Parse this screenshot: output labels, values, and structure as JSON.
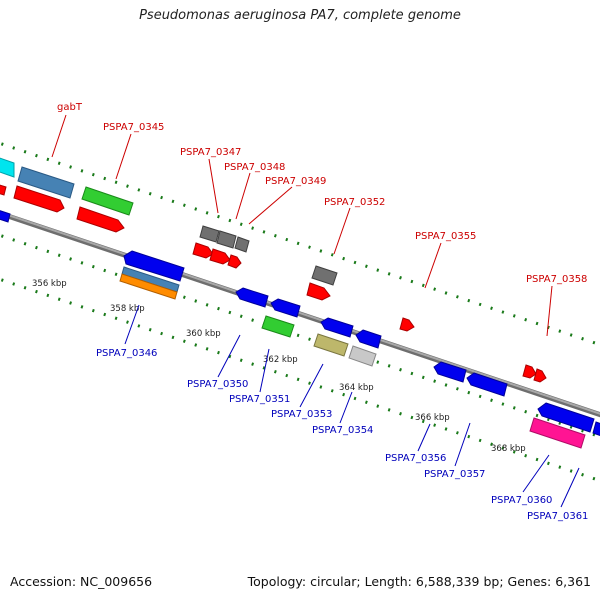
{
  "title": "Pseudomonas aeruginosa PA7, complete genome",
  "footer": {
    "accession": "Accession: NC_009656",
    "summary": "Topology: circular; Length: 6,588,339 bp; Genes: 6,361"
  },
  "colors": {
    "backbone": "#8a8a8a",
    "forward_label": "#cc0000",
    "reverse_label": "#0000bb",
    "tick": "#1a7a1a"
  },
  "scale_labels": [
    "356 kbp",
    "358 kbp",
    "360 kbp",
    "362 kbp",
    "364 kbp",
    "366 kbp",
    "368 kbp"
  ],
  "forward_labels": [
    "gabT",
    "PSPA7_0345",
    "PSPA7_0347",
    "PSPA7_0348",
    "PSPA7_0349",
    "PSPA7_0352",
    "PSPA7_0355",
    "PSPA7_0358"
  ],
  "reverse_labels": [
    "PSPA7_0346",
    "PSPA7_0350",
    "PSPA7_0351",
    "PSPA7_0353",
    "PSPA7_0354",
    "PSPA7_0356",
    "PSPA7_0357",
    "PSPA7_0360",
    "PSPA7_0361"
  ]
}
